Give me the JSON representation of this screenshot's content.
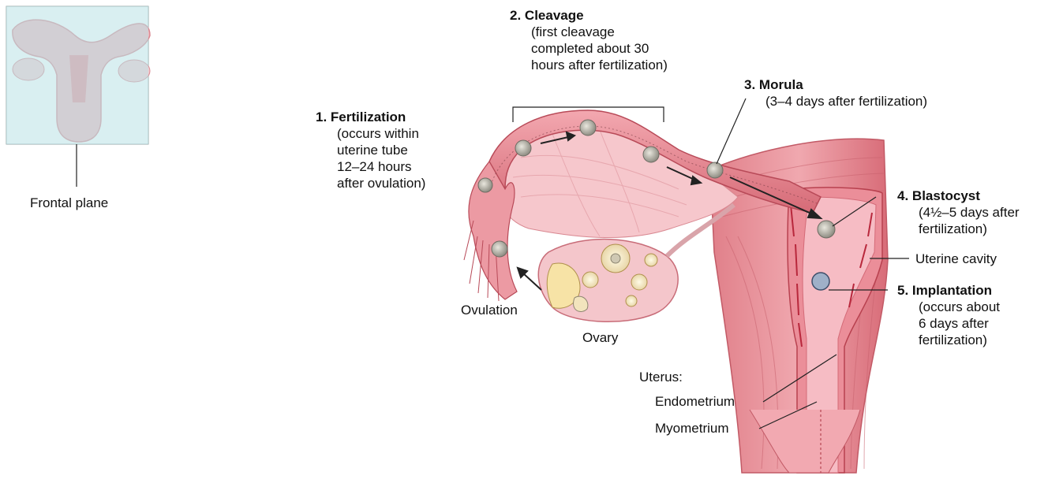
{
  "inset": {
    "caption": "Frontal plane"
  },
  "stages": [
    {
      "num": "1.",
      "title": "Fertilization",
      "lines": [
        "(occurs within",
        "uterine tube",
        "12–24 hours",
        "after ovulation)"
      ]
    },
    {
      "num": "2.",
      "title": "Cleavage",
      "lines": [
        "(first cleavage",
        "completed about 30",
        "hours after fertilization)"
      ]
    },
    {
      "num": "3.",
      "title": "Morula",
      "lines": [
        "(3–4 days after fertilization)"
      ]
    },
    {
      "num": "4.",
      "title": "Blastocyst",
      "lines": [
        "(4½–5 days after",
        "fertilization)"
      ]
    },
    {
      "num": "5.",
      "title": "Implantation",
      "lines": [
        "(occurs about",
        "6 days after",
        "fertilization)"
      ]
    }
  ],
  "labels": {
    "ovulation": "Ovulation",
    "ovary": "Ovary",
    "uterine_cavity": "Uterine cavity",
    "uterus": "Uterus:",
    "endometrium": "Endometrium",
    "myometrium": "Myometrium"
  },
  "colors": {
    "tissue": "#e58a93",
    "tissue_dark": "#c4545f",
    "tissue_light": "#f4c7cb",
    "inset_plane": "#b9e1e6",
    "embryo": "#a9a9a0"
  }
}
